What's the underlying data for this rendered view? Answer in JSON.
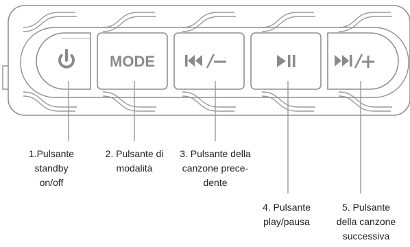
{
  "colors": {
    "outline": "#8f8f8f",
    "fill": "#ffffff",
    "icon": "#8a8a8a",
    "leader": "#9a9a9a",
    "text": "#222222"
  },
  "buttons": [
    {
      "id": "standby",
      "icon": "power-icon",
      "label": ""
    },
    {
      "id": "mode",
      "icon": "",
      "label": "MODE"
    },
    {
      "id": "prev",
      "icon": "previous-track-minus-icon",
      "label": ""
    },
    {
      "id": "play",
      "icon": "play-pause-icon",
      "label": ""
    },
    {
      "id": "next",
      "icon": "next-track-plus-icon",
      "label": ""
    }
  ],
  "callouts": [
    {
      "lines": [
        "1.Pulsante",
        "standby",
        "on/off"
      ]
    },
    {
      "lines": [
        "2. Pulsante di",
        "modalità"
      ]
    },
    {
      "lines": [
        "3. Pulsante della",
        "canzone prece-",
        "dente"
      ]
    },
    {
      "lines": [
        "4. Pulsante",
        "play/pausa"
      ]
    },
    {
      "lines": [
        "5. Pulsante",
        "della canzone",
        "successiva"
      ]
    }
  ]
}
